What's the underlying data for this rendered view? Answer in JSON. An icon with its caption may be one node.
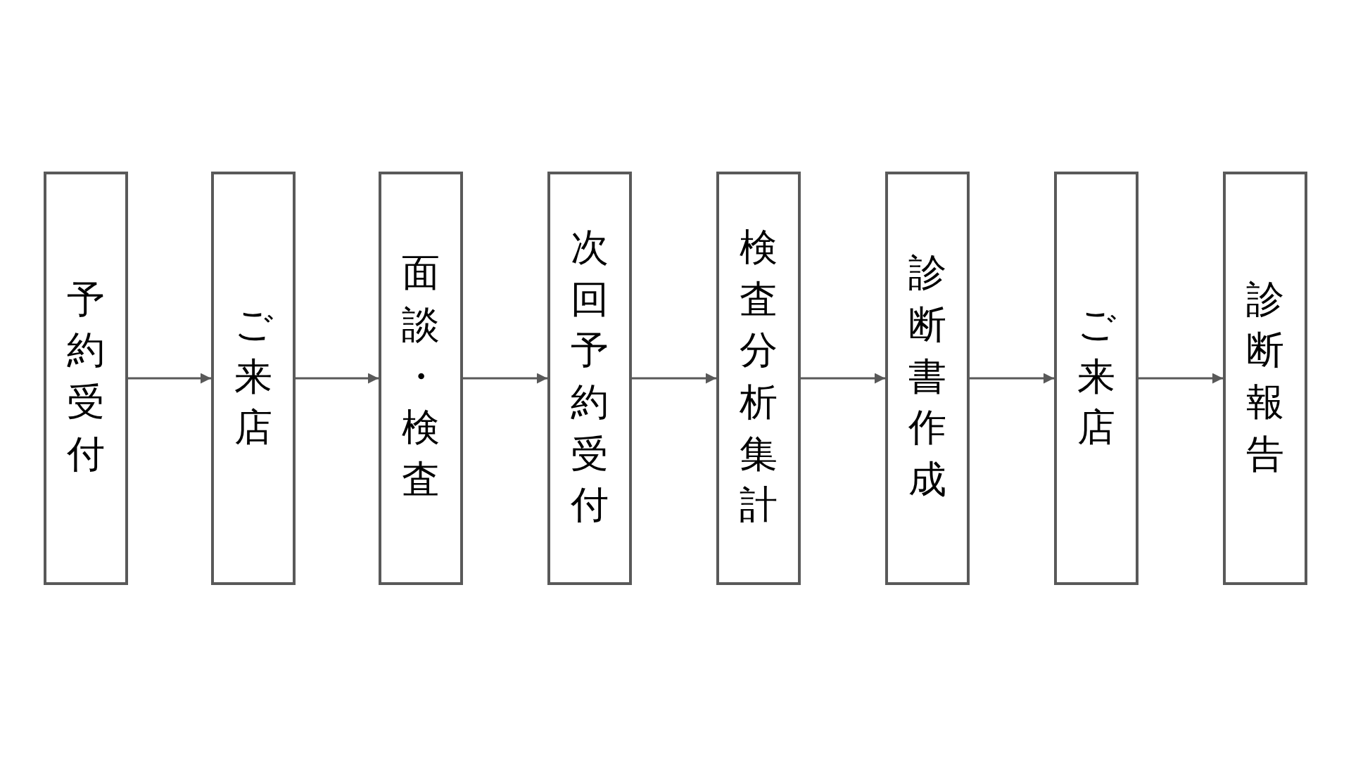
{
  "diagram": {
    "nodes": [
      {
        "text": [
          "予約受付"
        ]
      },
      {
        "text": [
          "ご来店"
        ]
      },
      {
        "text": [
          "面談・検査"
        ]
      },
      {
        "text": [
          "次回予約受付"
        ]
      },
      {
        "text": [
          "検査分析集計"
        ]
      },
      {
        "text": [
          "診断書作成"
        ]
      },
      {
        "text": [
          "ご来店"
        ]
      },
      {
        "text": [
          "診断報告"
        ]
      }
    ],
    "edges": [
      {
        "from": 0,
        "to": 1,
        "arrow": "to"
      },
      {
        "from": 1,
        "to": 2,
        "arrow": "to"
      },
      {
        "from": 2,
        "to": 3,
        "arrow": "to"
      },
      {
        "from": 3,
        "to": 4,
        "arrow": "to"
      },
      {
        "from": 4,
        "to": 5,
        "arrow": "to"
      },
      {
        "from": 5,
        "to": 6,
        "arrow": "to"
      },
      {
        "from": 6,
        "to": 7,
        "arrow": "to"
      }
    ]
  }
}
